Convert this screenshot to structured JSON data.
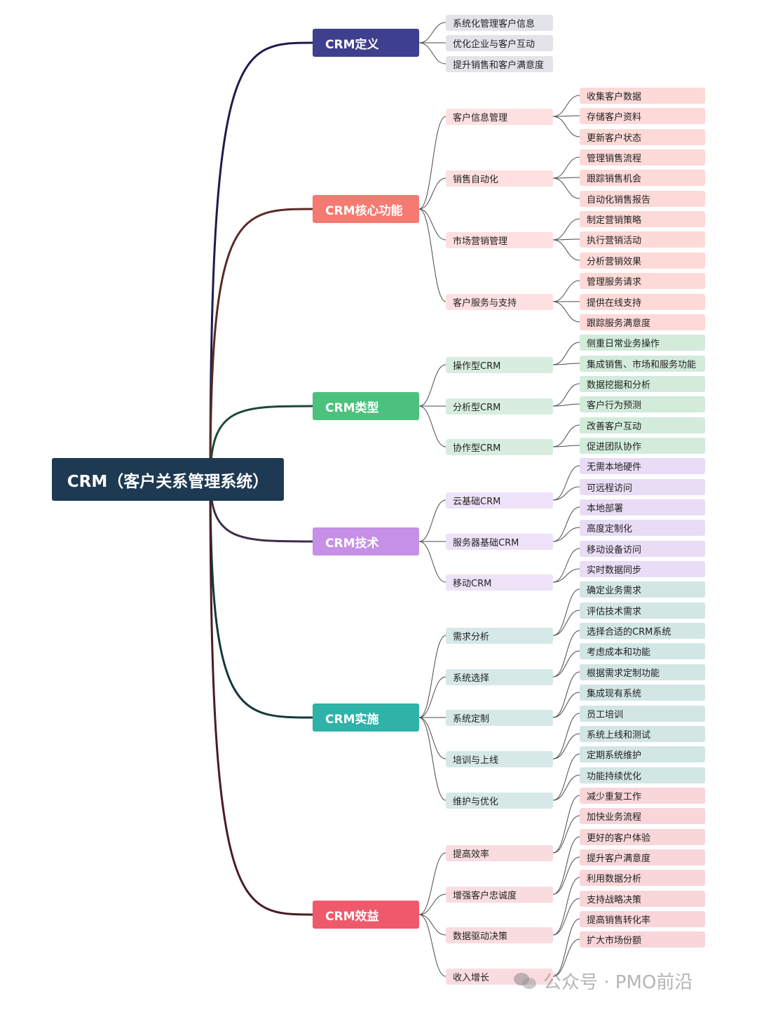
{
  "root": {
    "label": "CRM（客户关系管理系统）"
  },
  "branches": [
    {
      "label": "CRM定义",
      "color": "#3f3f8f",
      "line": "#1c1c4e",
      "sub_bg": "#e3e3ea",
      "leaf_bg": "#e3e3ea",
      "children": [
        {
          "label": "系统化管理客户信息",
          "children": []
        },
        {
          "label": "优化企业与客户互动",
          "children": []
        },
        {
          "label": "提升销售和客户满意度",
          "children": []
        }
      ]
    },
    {
      "label": "CRM核心功能",
      "color": "#f47a72",
      "line": "#5c2a24",
      "sub_bg": "#fde0df",
      "leaf_bg": "#fdd9d7",
      "children": [
        {
          "label": "客户信息管理",
          "children": [
            "收集客户数据",
            "存储客户资料",
            "更新客户状态"
          ]
        },
        {
          "label": "销售自动化",
          "children": [
            "管理销售流程",
            "跟踪销售机会",
            "自动化销售报告"
          ]
        },
        {
          "label": "市场营销管理",
          "children": [
            "制定营销策略",
            "执行营销活动",
            "分析营销效果"
          ]
        },
        {
          "label": "客户服务与支持",
          "children": [
            "管理服务请求",
            "提供在线支持",
            "跟踪服务满意度"
          ]
        }
      ]
    },
    {
      "label": "CRM类型",
      "color": "#4cc17d",
      "line": "#1a4a35",
      "sub_bg": "#d8eddf",
      "leaf_bg": "#d2ebdb",
      "children": [
        {
          "label": "操作型CRM",
          "children": [
            "侧重日常业务操作",
            "集成销售、市场和服务功能"
          ]
        },
        {
          "label": "分析型CRM",
          "children": [
            "数据挖掘和分析",
            "客户行为预测"
          ]
        },
        {
          "label": "协作型CRM",
          "children": [
            "改善客户互动",
            "促进团队协作"
          ]
        }
      ]
    },
    {
      "label": "CRM技术",
      "color": "#c690e6",
      "line": "#3e2d4d",
      "sub_bg": "#ede2f7",
      "leaf_bg": "#e9dcf5",
      "children": [
        {
          "label": "云基础CRM",
          "children": [
            "无需本地硬件",
            "可远程访问"
          ]
        },
        {
          "label": "服务器基础CRM",
          "children": [
            "本地部署",
            "高度定制化"
          ]
        },
        {
          "label": "移动CRM",
          "children": [
            "移动设备访问",
            "实时数据同步"
          ]
        }
      ]
    },
    {
      "label": "CRM实施",
      "color": "#2fb2a8",
      "line": "#113a3a",
      "sub_bg": "#d6e9e7",
      "leaf_bg": "#d2e6e4",
      "children": [
        {
          "label": "需求分析",
          "children": [
            "确定业务需求",
            "评估技术需求"
          ]
        },
        {
          "label": "系统选择",
          "children": [
            "选择合适的CRM系统",
            "考虑成本和功能"
          ]
        },
        {
          "label": "系统定制",
          "children": [
            "根据需求定制功能",
            "集成现有系统"
          ]
        },
        {
          "label": "培训与上线",
          "children": [
            "员工培训",
            "系统上线和测试"
          ]
        },
        {
          "label": "维护与优化",
          "children": [
            "定期系统维护",
            "功能持续优化"
          ]
        }
      ]
    },
    {
      "label": "CRM效益",
      "color": "#ee5a6c",
      "line": "#4a1c24",
      "sub_bg": "#f9dcdf",
      "leaf_bg": "#f8d6da",
      "children": [
        {
          "label": "提高效率",
          "children": [
            "减少重复工作",
            "加快业务流程"
          ]
        },
        {
          "label": "增强客户忠诚度",
          "children": [
            "更好的客户体验",
            "提升客户满意度"
          ]
        },
        {
          "label": "数据驱动决策",
          "children": [
            "利用数据分析",
            "支持战略决策"
          ]
        },
        {
          "label": "收入增长",
          "children": [
            "提高销售转化率",
            "扩大市场份额"
          ]
        }
      ]
    }
  ],
  "watermark": {
    "icon": "wechat-icon",
    "text": "公众号 · PMO前沿"
  }
}
